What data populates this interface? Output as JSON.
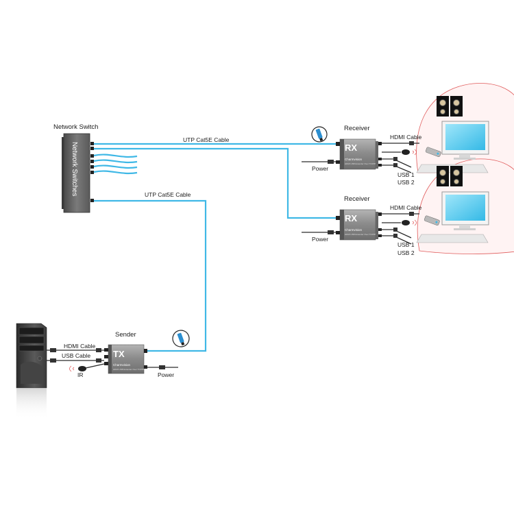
{
  "network_switch": {
    "title": "Network Switch",
    "panel_text": "Network Switches"
  },
  "cables": {
    "top": "UTP Cat5E Cable",
    "middle": "UTP Cat5E Cable"
  },
  "receivers": [
    {
      "title": "Receiver",
      "device": "RX",
      "brand": "Charmvision",
      "sub": "HDMI USB Extender Over TCP/IP",
      "hdmi": "HDMI Cable",
      "power": "Power",
      "usb1": "USB 1",
      "usb2": "USB 2"
    },
    {
      "title": "Receiver",
      "device": "RX",
      "brand": "Charmvision",
      "sub": "HDMI USB Extender Over TCP/IP",
      "hdmi": "HDMI Cable",
      "power": "Power",
      "usb1": "USB 1",
      "usb2": "USB 2"
    }
  ],
  "sender": {
    "title": "Sender",
    "device": "TX",
    "brand": "Charmvision",
    "sub": "HDMI USB Extender Over TCP/IP",
    "hdmi": "HDMI Cable",
    "usb": "USB Cable",
    "ir": "IR",
    "power": "Power"
  },
  "colors": {
    "cable": "#3fb8e6",
    "device": "#8a8a8a",
    "switch": "#6b6b6b",
    "highlight_circle": "#e05a5a"
  },
  "icons": [
    "network-switch-icon",
    "pc-tower-icon",
    "monitor-icon",
    "speaker-icon",
    "keyboard-icon",
    "mouse-icon",
    "remote-icon",
    "rj45-connector-icon",
    "power-plug-icon"
  ]
}
